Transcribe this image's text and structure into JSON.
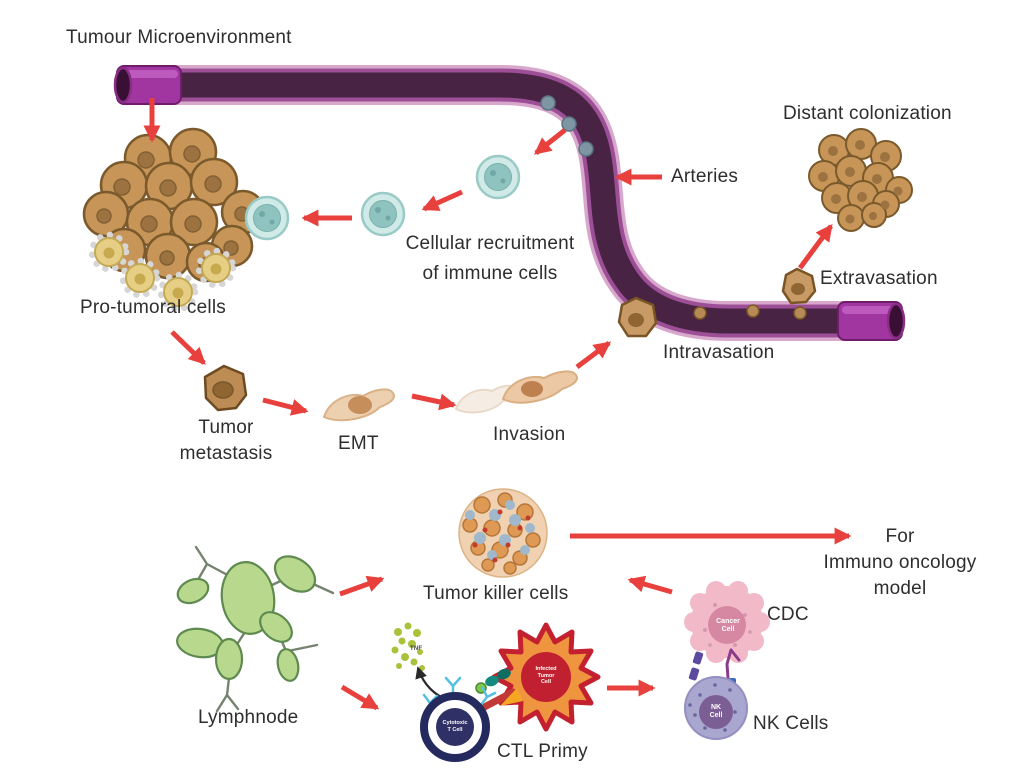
{
  "diagram_title": "Tumour Microenvironment",
  "labels": {
    "tumour_microenvironment": "Tumour Microenvironment",
    "distant_colonization": "Distant colonization",
    "arteries": "Arteries",
    "cellular_recruitment": "Cellular recruitment\nof immune cells",
    "pro_tumoral_cells": "Pro-tumoral cells",
    "extravasation": "Extravasation",
    "intravasation": "Intravasation",
    "tumor_metastasis": "Tumor\nmetastasis",
    "emt": "EMT",
    "invasion": "Invasion",
    "tumor_killer_cells": "Tumor killer cells",
    "for_immuno_oncology_model": "For\nImmuno oncology\nmodel",
    "cdc": "CDC",
    "nk_cells": "NK Cells",
    "lymphnode": "Lymphnode",
    "ctl_primy": "CTL Primy",
    "tnf": "TNF",
    "cytotoxic_t_cell": "Cytotoxic\nT Cell",
    "infected_tumor_cell": "Infected\nTumor\nCell",
    "cancer_cell": "Cancer\nCell",
    "nk_cell": "NK\nCell"
  },
  "colors": {
    "arrow_red": "#e8403d",
    "vessel_outer_pink": "#d8a8cc",
    "vessel_wall_purple": "#9c4f96",
    "vessel_lumen_dark": "#482343",
    "vessel_sleeve_magenta": "#a136a1",
    "tumor_cell_brown": "#c79557",
    "tumor_cell_border": "#7a5a2c",
    "immune_cell_teal": "#cfeae7",
    "lymphnode_green": "#b8d98d",
    "t_cell_navy": "#2b2d64",
    "infected_cell_orange": "#f0953f",
    "infected_cell_border": "#c42130",
    "cancer_cell_pink": "#f2bac9",
    "nk_cell_purple": "#a9a6cf",
    "tnf_dot_green": "#a8c23a",
    "text": "#2e2e2e"
  }
}
